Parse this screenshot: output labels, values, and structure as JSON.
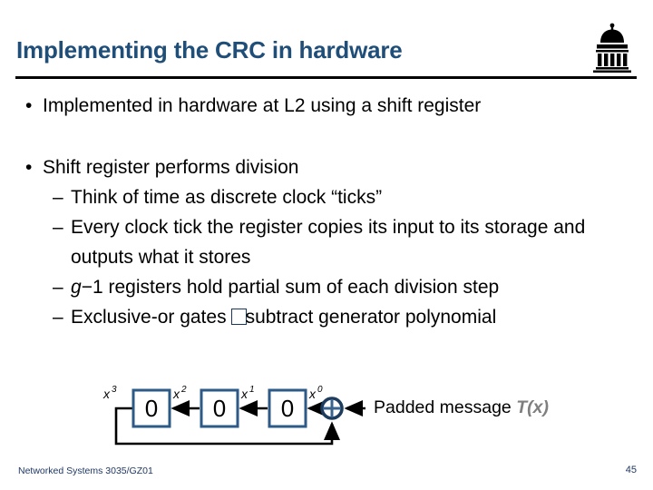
{
  "slide": {
    "title": "Implementing the CRC in hardware"
  },
  "bullets": {
    "b1": {
      "marker": "•",
      "text": "Implemented in hardware at L2 using a shift register"
    },
    "b2": {
      "marker": "•",
      "text": "Shift register performs division"
    },
    "s1": {
      "marker": "–",
      "text": "Think of time as discrete clock “ticks”"
    },
    "s2": {
      "marker": "–",
      "text": "Every clock tick the register copies its input to its storage and outputs what it stores"
    },
    "s3": {
      "marker": "–",
      "g": "g",
      "rest": "−1 registers hold partial sum of each division step"
    },
    "s4": {
      "marker": "–",
      "pre": "Exclusive-or gates",
      "post": "subtract generator polynomial"
    }
  },
  "diagram": {
    "labels": [
      {
        "base": "x",
        "exp": "3"
      },
      {
        "base": "x",
        "exp": "2"
      },
      {
        "base": "x",
        "exp": "1"
      },
      {
        "base": "x",
        "exp": "0"
      }
    ],
    "cells": [
      "0",
      "0",
      "0"
    ],
    "caption": {
      "plain": "Padded message ",
      "math": "T(x)"
    }
  },
  "footer": {
    "course": "Networked Systems 3035/GZ01",
    "page": "45"
  },
  "colors": {
    "title": "#1F4E79",
    "register_border": "#2E5A87",
    "xor_ring": "#1E3C5E",
    "xor_cross": "#3A648F",
    "caption_math_gray": "#7F7F7F",
    "footer_text": "#1F3864",
    "logo_black": "#000000"
  }
}
